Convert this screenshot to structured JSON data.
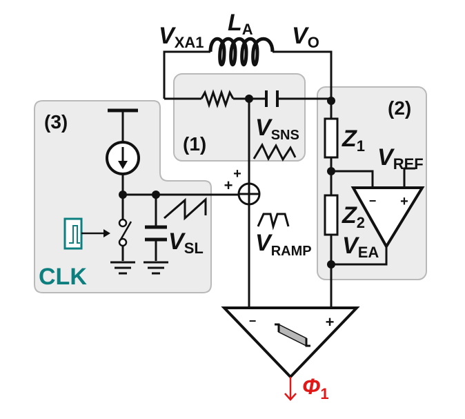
{
  "labels": {
    "vxa1": {
      "main": "V",
      "sub": "XA1"
    },
    "la": {
      "main": "L",
      "sub": "A"
    },
    "vo": {
      "main": "V",
      "sub": "O"
    },
    "vsns": {
      "main": "V",
      "sub": "SNS"
    },
    "z1": {
      "main": "Z",
      "sub": "1"
    },
    "z2": {
      "main": "Z",
      "sub": "2"
    },
    "vref": {
      "main": "V",
      "sub": "REF"
    },
    "vea": {
      "main": "V",
      "sub": "EA"
    },
    "vsl": {
      "main": "V",
      "sub": "SL"
    },
    "vramp": {
      "main": "V",
      "sub": "RAMP"
    },
    "phi1": {
      "main": "Φ",
      "sub": "1"
    },
    "clk": "CLK"
  },
  "blocks": {
    "b1": "(1)",
    "b2": "(2)",
    "b3": "(3)"
  },
  "signs": {
    "plus": "+",
    "minus": "−"
  },
  "colors": {
    "wire": "#111111",
    "block_fill": "#ececec",
    "block_stroke": "#b9b9b9",
    "clk": "#0e7f7f",
    "phi": "#e01818"
  }
}
